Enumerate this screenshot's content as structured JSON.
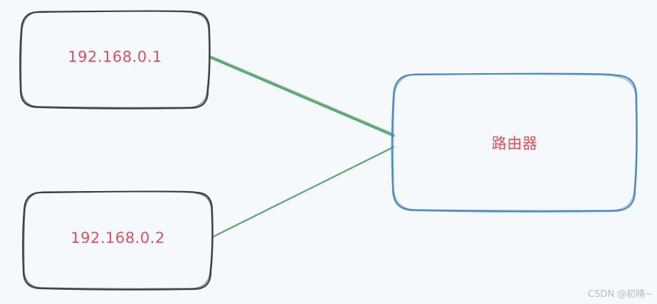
{
  "nodes": {
    "host1": {
      "label": "192.168.0.1",
      "border_color": "#3f3f3f"
    },
    "host2": {
      "label": "192.168.0.2",
      "border_color": "#3f3f3f"
    },
    "router": {
      "label": "路由器",
      "border_color": "#4a89c8"
    }
  },
  "edges": [
    {
      "from": "host1",
      "to": "router",
      "color": "#55a96a"
    },
    {
      "from": "host2",
      "to": "router",
      "color": "#55a96a"
    }
  ],
  "label_color": "#e0505a",
  "watermark": "CSDN @初晴~"
}
